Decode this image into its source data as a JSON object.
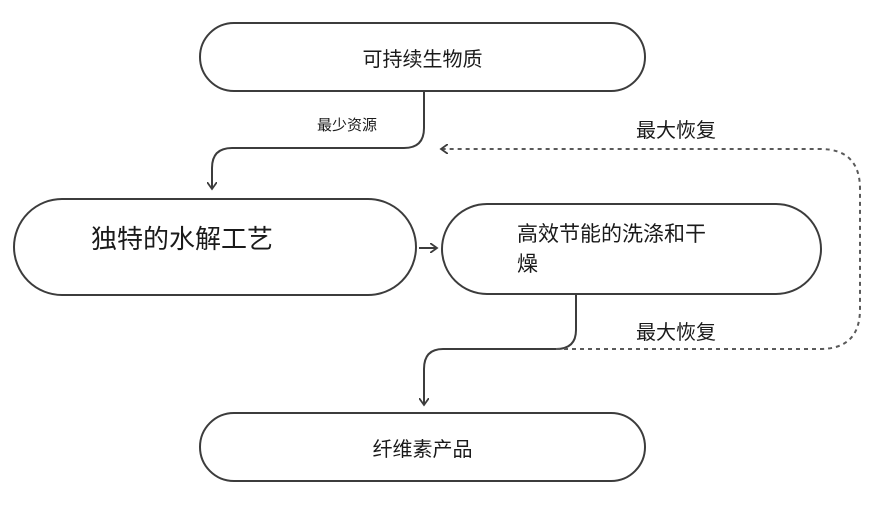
{
  "nodes": {
    "top": "可持续生物质",
    "left": "独特的水解工艺",
    "right": "高效节能的洗涤和干燥",
    "bottom": "纤维素产品"
  },
  "labels": {
    "least_resources": "最少资源",
    "max_recovery_top": "最大恢复",
    "max_recovery_bottom": "最大恢复"
  },
  "colors": {
    "stroke": "#3c3c3c",
    "dashed": "#5a5a5a",
    "background": "#ffffff"
  }
}
